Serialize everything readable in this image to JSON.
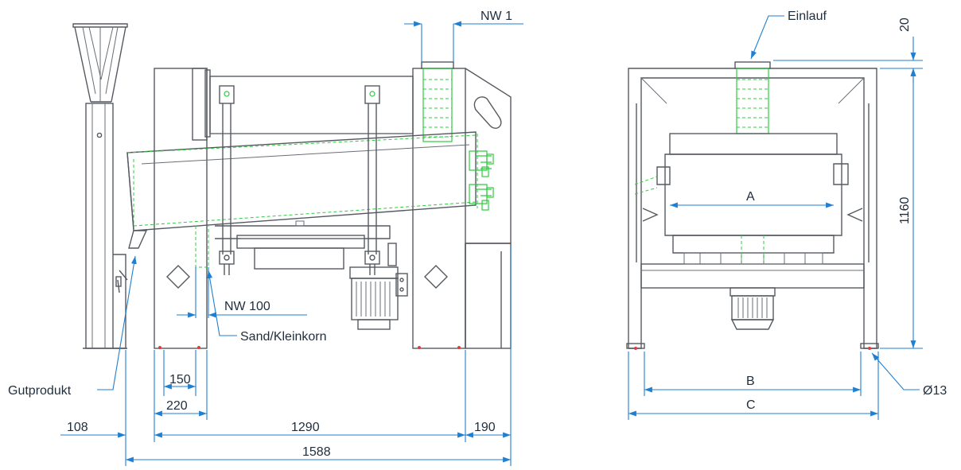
{
  "colors": {
    "outline": "#555a60",
    "hidden_lines": "#2ecc40",
    "dimensions": "#1f7fd0",
    "text": "#1f2d3d",
    "markers": "#e23b3b"
  },
  "side_view": {
    "labels": {
      "nw1": "NW 1",
      "nw100": "NW 100",
      "sand": "Sand/Kleinkorn",
      "gutprodukt": "Gutprodukt"
    },
    "dims": {
      "d150": "150",
      "d220": "220",
      "d108": "108",
      "d1290": "1290",
      "d190": "190",
      "d1588": "1588"
    }
  },
  "front_view": {
    "labels": {
      "einlauf": "Einlauf",
      "a": "A",
      "b": "B",
      "c": "C",
      "hole": "Ø13"
    },
    "dims": {
      "d20": "20",
      "d1160": "1160"
    }
  }
}
